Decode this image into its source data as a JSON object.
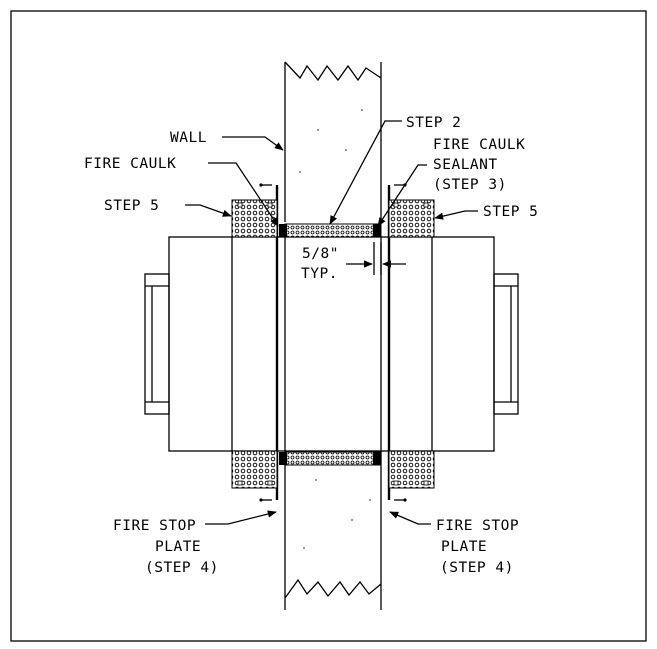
{
  "labels": {
    "wall": "WALL",
    "step2": "STEP 2",
    "fire_caulk_left": "FIRE CAULK",
    "fire_caulk_sealant_line1": "FIRE CAULK",
    "fire_caulk_sealant_line2": "SEALANT",
    "fire_caulk_sealant_line3": "(STEP 3)",
    "step5_left": "STEP 5",
    "step5_right": "STEP 5",
    "gap_dimension": "5/8\"",
    "gap_typ": "TYP.",
    "fire_stop_left_line1": "FIRE STOP",
    "fire_stop_left_line2": "PLATE",
    "fire_stop_left_line3": "(STEP 4)",
    "fire_stop_right_line1": "FIRE STOP",
    "fire_stop_right_line2": "PLATE",
    "fire_stop_right_line3": "(STEP 4)"
  },
  "colors": {
    "line": "#000000",
    "background": "#ffffff"
  }
}
